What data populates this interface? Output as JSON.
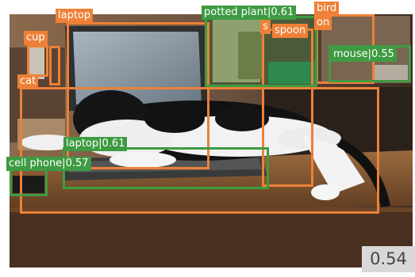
{
  "scene": {
    "background": "photo of a black-and-white cat sleeping on a laptop keyboard on a wooden desk",
    "colors": {
      "pred": "#ee8037",
      "gt": "#3e9b42"
    }
  },
  "labels": {
    "laptop_top": "laptop",
    "cup": "cup",
    "cat": "cat",
    "potted_plant": "potted plant|0.61",
    "bird": "bird",
    "on": "on",
    "s": "s",
    "spoon": "spoon",
    "mouse": "mouse|0.55",
    "laptop_gt": "laptop|0.61",
    "cell_phone": "cell phone|0.57"
  },
  "score": "0.54"
}
